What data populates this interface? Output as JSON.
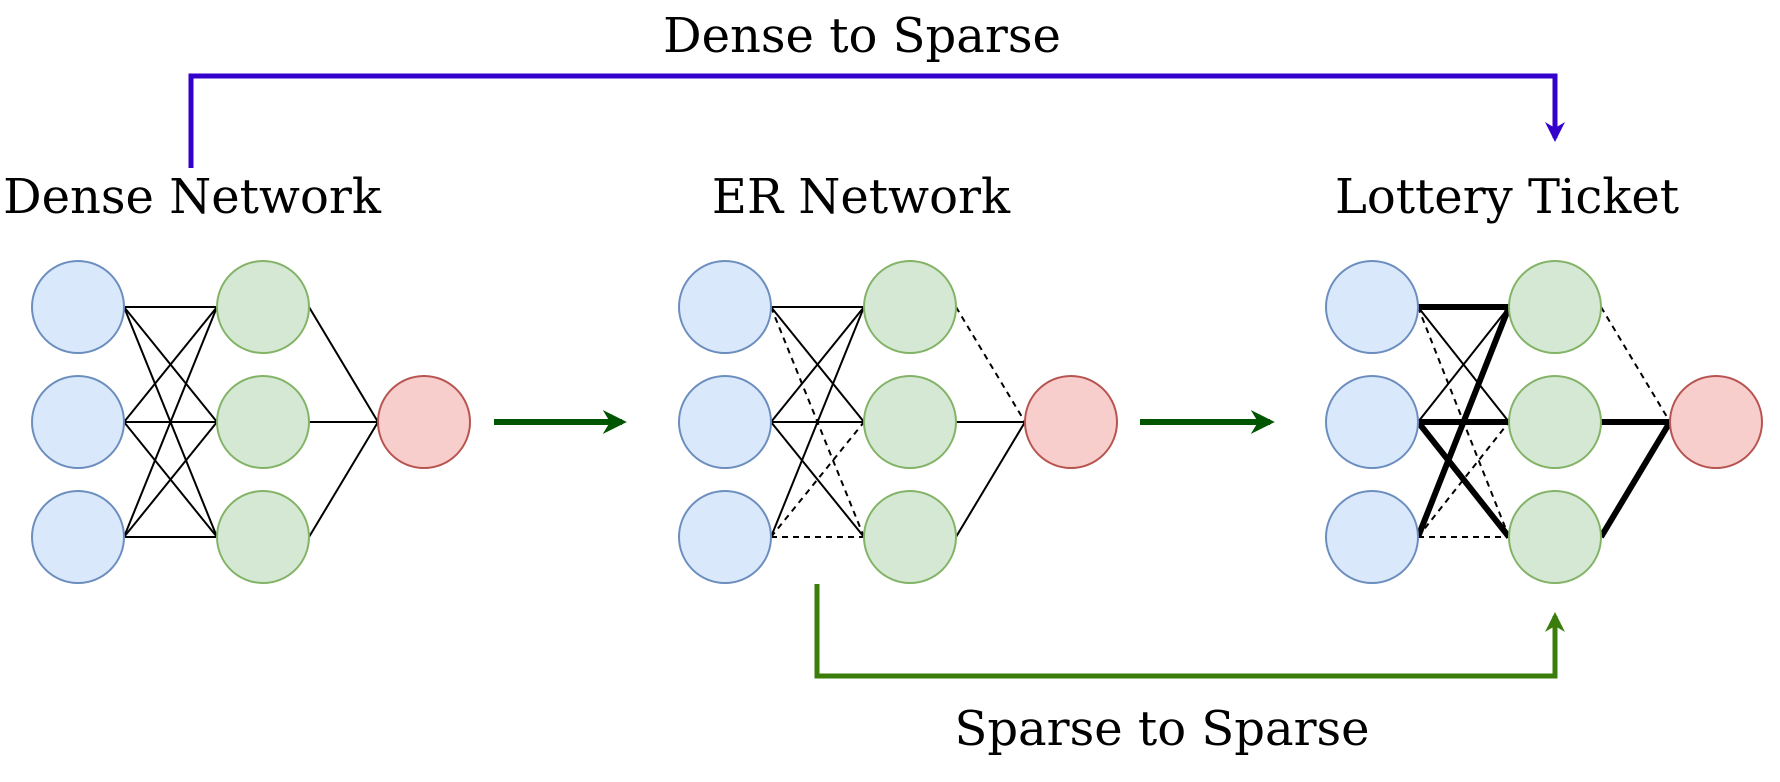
{
  "colors": {
    "input_fill": "#dae8fc",
    "input_stroke": "#6c8ebf",
    "hidden_fill": "#d5e8d4",
    "hidden_stroke": "#82b366",
    "output_fill": "#f8cecc",
    "output_stroke": "#b85450",
    "dense_to_sparse_arrow": "#3300cc",
    "sparse_to_sparse_arrow": "#3a7d0a",
    "flow_arrow": "#005500"
  },
  "labels": {
    "dense_to_sparse": "Dense to Sparse",
    "sparse_to_sparse": "Sparse to Sparse"
  },
  "networks": [
    {
      "id": "dense",
      "title": "Dense Network",
      "edges": [
        {
          "from": "i0",
          "to": "h0",
          "style": "solid"
        },
        {
          "from": "i0",
          "to": "h1",
          "style": "solid"
        },
        {
          "from": "i0",
          "to": "h2",
          "style": "solid"
        },
        {
          "from": "i1",
          "to": "h0",
          "style": "solid"
        },
        {
          "from": "i1",
          "to": "h1",
          "style": "solid"
        },
        {
          "from": "i1",
          "to": "h2",
          "style": "solid"
        },
        {
          "from": "i2",
          "to": "h0",
          "style": "solid"
        },
        {
          "from": "i2",
          "to": "h1",
          "style": "solid"
        },
        {
          "from": "i2",
          "to": "h2",
          "style": "solid"
        },
        {
          "from": "h0",
          "to": "o",
          "style": "solid"
        },
        {
          "from": "h1",
          "to": "o",
          "style": "solid"
        },
        {
          "from": "h2",
          "to": "o",
          "style": "solid"
        }
      ]
    },
    {
      "id": "er",
      "title": "ER Network",
      "edges": [
        {
          "from": "i0",
          "to": "h0",
          "style": "solid"
        },
        {
          "from": "i0",
          "to": "h1",
          "style": "solid"
        },
        {
          "from": "i0",
          "to": "h2",
          "style": "dashed"
        },
        {
          "from": "i1",
          "to": "h0",
          "style": "solid"
        },
        {
          "from": "i1",
          "to": "h1",
          "style": "solid"
        },
        {
          "from": "i1",
          "to": "h2",
          "style": "solid"
        },
        {
          "from": "i2",
          "to": "h0",
          "style": "solid"
        },
        {
          "from": "i2",
          "to": "h1",
          "style": "dashed"
        },
        {
          "from": "i2",
          "to": "h2",
          "style": "dashed"
        },
        {
          "from": "h0",
          "to": "o",
          "style": "dashed"
        },
        {
          "from": "h1",
          "to": "o",
          "style": "solid"
        },
        {
          "from": "h2",
          "to": "o",
          "style": "solid"
        }
      ]
    },
    {
      "id": "lottery",
      "title": "Lottery Ticket",
      "edges": [
        {
          "from": "i0",
          "to": "h0",
          "style": "bold"
        },
        {
          "from": "i0",
          "to": "h1",
          "style": "solid"
        },
        {
          "from": "i0",
          "to": "h2",
          "style": "dashed"
        },
        {
          "from": "i1",
          "to": "h0",
          "style": "solid"
        },
        {
          "from": "i1",
          "to": "h1",
          "style": "bold"
        },
        {
          "from": "i1",
          "to": "h2",
          "style": "bold"
        },
        {
          "from": "i2",
          "to": "h0",
          "style": "bold"
        },
        {
          "from": "i2",
          "to": "h1",
          "style": "dashed"
        },
        {
          "from": "i2",
          "to": "h2",
          "style": "dashed"
        },
        {
          "from": "h0",
          "to": "o",
          "style": "dashed"
        },
        {
          "from": "h1",
          "to": "o",
          "style": "bold"
        },
        {
          "from": "h2",
          "to": "o",
          "style": "bold"
        }
      ]
    }
  ]
}
